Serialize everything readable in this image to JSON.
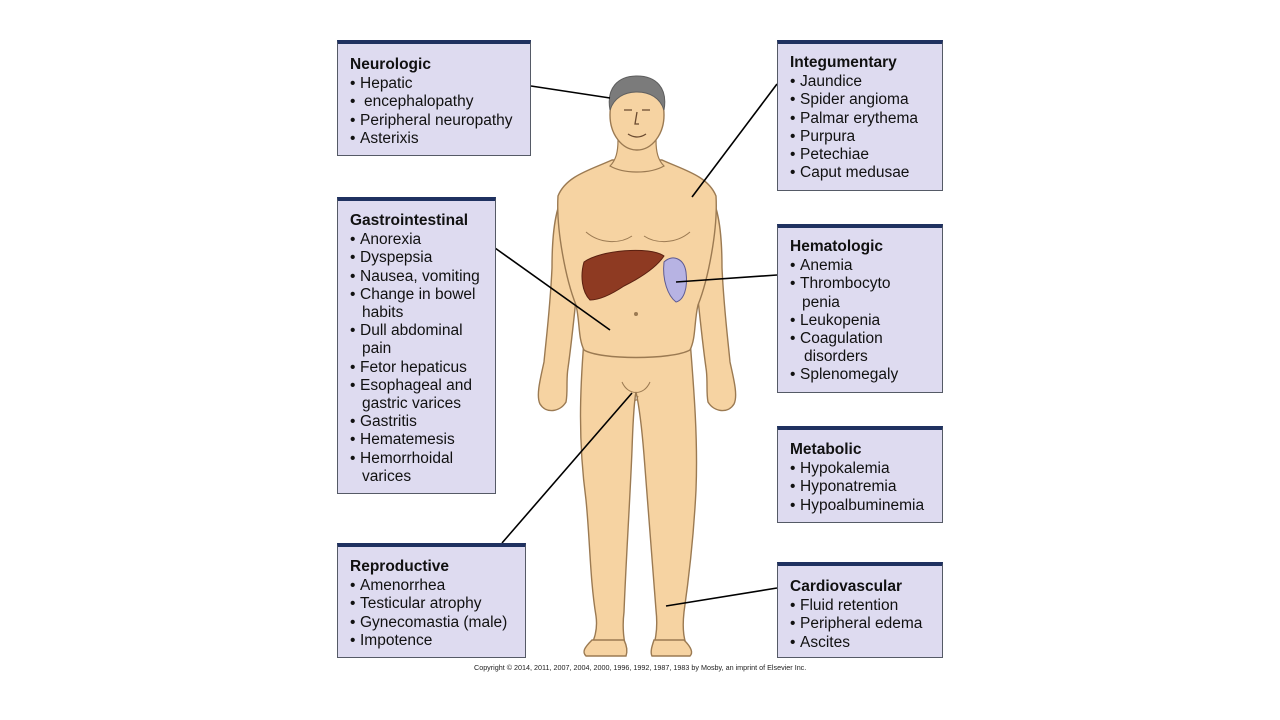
{
  "colors": {
    "box_fill": "#dedbf0",
    "box_top_bar": "#1f3160",
    "skin": "#f6d3a2",
    "skin_outline": "#9b7a52",
    "liver": "#8e3a22",
    "spleen": "#b7b3e3",
    "hair": "#7b7b7b",
    "leader_line": "#000000"
  },
  "boxes": {
    "neurologic": {
      "title": "Neurologic",
      "items": [
        "Hepatic",
        "encephalopathy",
        "Peripheral neuropathy",
        "Asterixis"
      ]
    },
    "integumentary": {
      "title": "Integumentary",
      "items": [
        "Jaundice",
        "Spider angioma",
        "Palmar erythema",
        "Purpura",
        "Petechiae",
        "Caput medusae"
      ]
    },
    "gastrointestinal": {
      "title": "Gastrointestinal",
      "items": [
        "Anorexia",
        "Dyspepsia",
        "Nausea, vomiting",
        "Change in bowel",
        "habits",
        "Dull abdominal",
        "pain",
        "Fetor hepaticus",
        "Esophageal and",
        "gastric varices",
        "Gastritis",
        "Hematemesis",
        "Hemorrhoidal",
        "varices"
      ]
    },
    "hematologic": {
      "title": "Hematologic",
      "items": [
        "Anemia",
        "Thrombocyto",
        "penia",
        "Leukopenia",
        "Coagulation",
        "disorders",
        "Splenomegaly"
      ]
    },
    "metabolic": {
      "title": "Metabolic",
      "items": [
        "Hypokalemia",
        "Hyponatremia",
        "Hypoalbuminemia"
      ]
    },
    "reproductive": {
      "title": "Reproductive",
      "items": [
        "Amenorrhea",
        "Testicular atrophy",
        "Gynecomastia (male)",
        "Impotence"
      ]
    },
    "cardiovascular": {
      "title": "Cardiovascular",
      "items": [
        "Fluid retention",
        "Peripheral edema",
        "Ascites"
      ]
    }
  },
  "copyright": "Copyright © 2014, 2011, 2007, 2004, 2000, 1996, 1992, 1987, 1983 by Mosby, an imprint of Elsevier Inc."
}
